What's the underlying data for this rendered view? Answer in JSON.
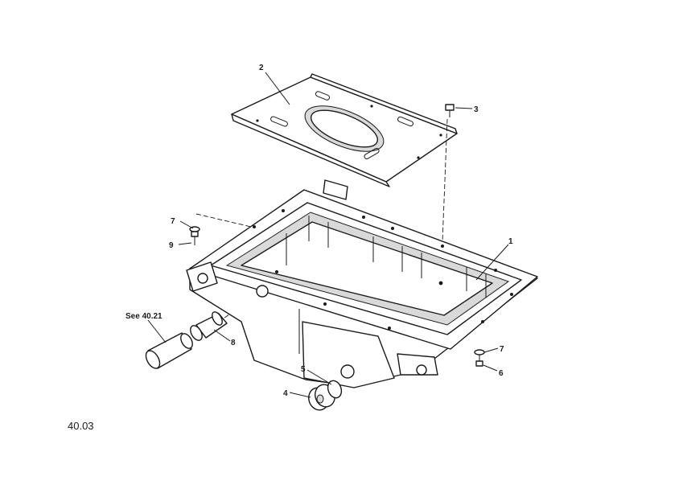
{
  "page_ref": "40.03",
  "callouts": {
    "c1": "1",
    "c2": "2",
    "c3": "3",
    "c4": "4",
    "c5": "5",
    "c6": "6",
    "c7a": "7",
    "c7b": "7",
    "c8": "8",
    "c9": "9",
    "see": "See 40.21"
  }
}
